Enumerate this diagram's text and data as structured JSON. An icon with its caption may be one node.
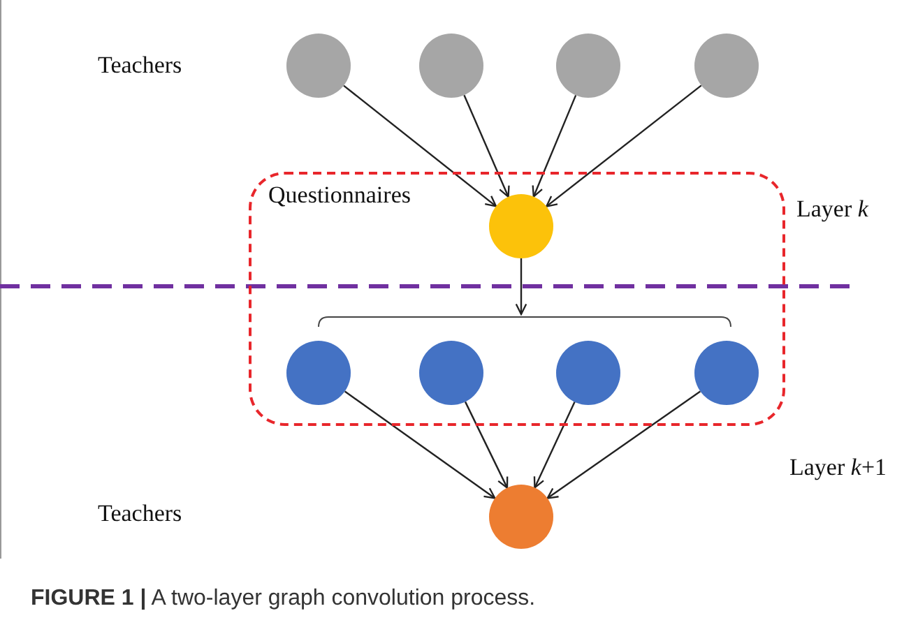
{
  "diagram": {
    "caption": "**FIGURE 1 |** A two-layer graph convolution process.",
    "nodes": [
      {
        "text": [],
        "shape": "circle"
      },
      {
        "text": [],
        "shape": "circle"
      },
      {
        "text": [],
        "shape": "circle"
      },
      {
        "text": [],
        "shape": "circle"
      },
      {
        "text": [
          "Questionnaires"
        ]
      },
      {
        "text": [],
        "shape": "circle",
        "in": 4
      },
      {
        "text": [],
        "shape": "circle",
        "in": 4
      },
      {
        "text": [],
        "shape": "circle",
        "in": 4
      },
      {
        "text": [],
        "shape": "circle",
        "in": 4
      },
      {
        "text": [],
        "shape": "circle",
        "in": 4
      },
      {
        "text": [],
        "shape": "circle"
      }
    ],
    "edges": [
      {
        "from": 0,
        "to": 5,
        "arrow": "to"
      },
      {
        "from": 1,
        "to": 5,
        "arrow": "to"
      },
      {
        "from": 2,
        "to": 5,
        "arrow": "to"
      },
      {
        "from": 3,
        "to": 5,
        "arrow": "to"
      },
      {
        "from": 5,
        "to": null,
        "arrow": "to"
      },
      {
        "from": 6,
        "to": 10,
        "arrow": "to"
      },
      {
        "from": 7,
        "to": 10,
        "arrow": "to"
      },
      {
        "from": 8,
        "to": 10,
        "arrow": "to"
      },
      {
        "from": 9,
        "to": 10,
        "arrow": "to"
      }
    ],
    "labels": [
      "Teachers",
      "Layer *k*",
      "Layer *k*+1",
      "Teachers"
    ]
  }
}
